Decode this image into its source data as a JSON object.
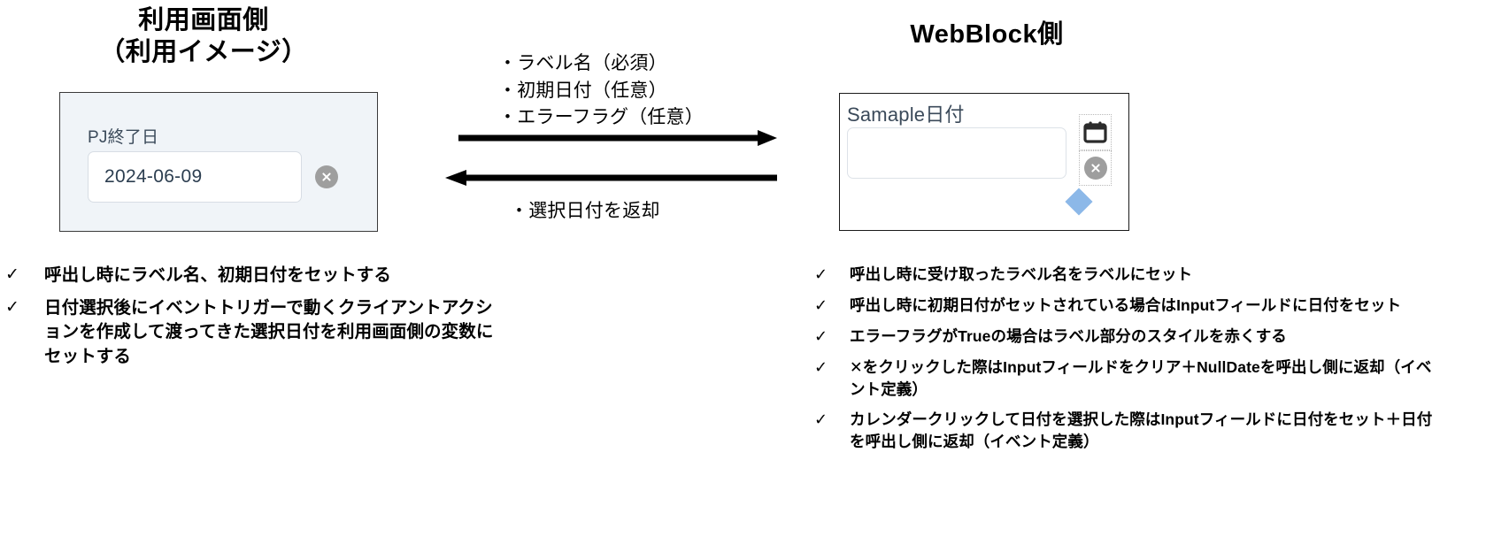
{
  "titles": {
    "left": "利用画面側\n（利用イメージ）",
    "right": "WebBlock側"
  },
  "client_card": {
    "label": "PJ終了日",
    "input_value": "2024-06-09",
    "clear_icon": "clear-circle-x-icon"
  },
  "flow": {
    "top_text": "・ラベル名（必須）\n・初期日付（任意）\n・エラーフラグ（任意）",
    "bottom_text": "・選択日付を返却",
    "arrow_right_icon": "arrow-right-icon",
    "arrow_left_icon": "arrow-left-icon"
  },
  "webblock_card": {
    "label": "Samaple日付",
    "input_value": "",
    "calendar_icon": "calendar-icon",
    "clear_icon": "clear-circle-x-icon",
    "handle_icon": "diamond-handle-icon"
  },
  "left_list": {
    "bullet": "✓",
    "items": [
      "呼出し時にラベル名、初期日付をセットする",
      "日付選択後にイベントトリガーで動くクライアントアクションを作成して渡ってきた選択日付を利用画面側の変数にセットする"
    ]
  },
  "right_list": {
    "bullet": "✓",
    "items": [
      "呼出し時に受け取ったラベル名をラベルにセット",
      "呼出し時に初期日付がセットされている場合はInputフィールドに日付をセット",
      "エラーフラグがTrueの場合はラベル部分のスタイルを赤くする",
      "✕をクリックした際はInputフィールドをクリア＋NullDateを呼出し側に返却（イベント定義）",
      "カレンダークリックして日付を選択した際はInputフィールドに日付をセット＋日付を呼出し側に返却（イベント定義）"
    ]
  },
  "colors": {
    "card_bg": "#f0f4f8",
    "label_text": "#3b4a5a",
    "clear_gray": "#9e9e9e",
    "diamond_blue": "#8cb8e8",
    "arrow_black": "#000000"
  }
}
